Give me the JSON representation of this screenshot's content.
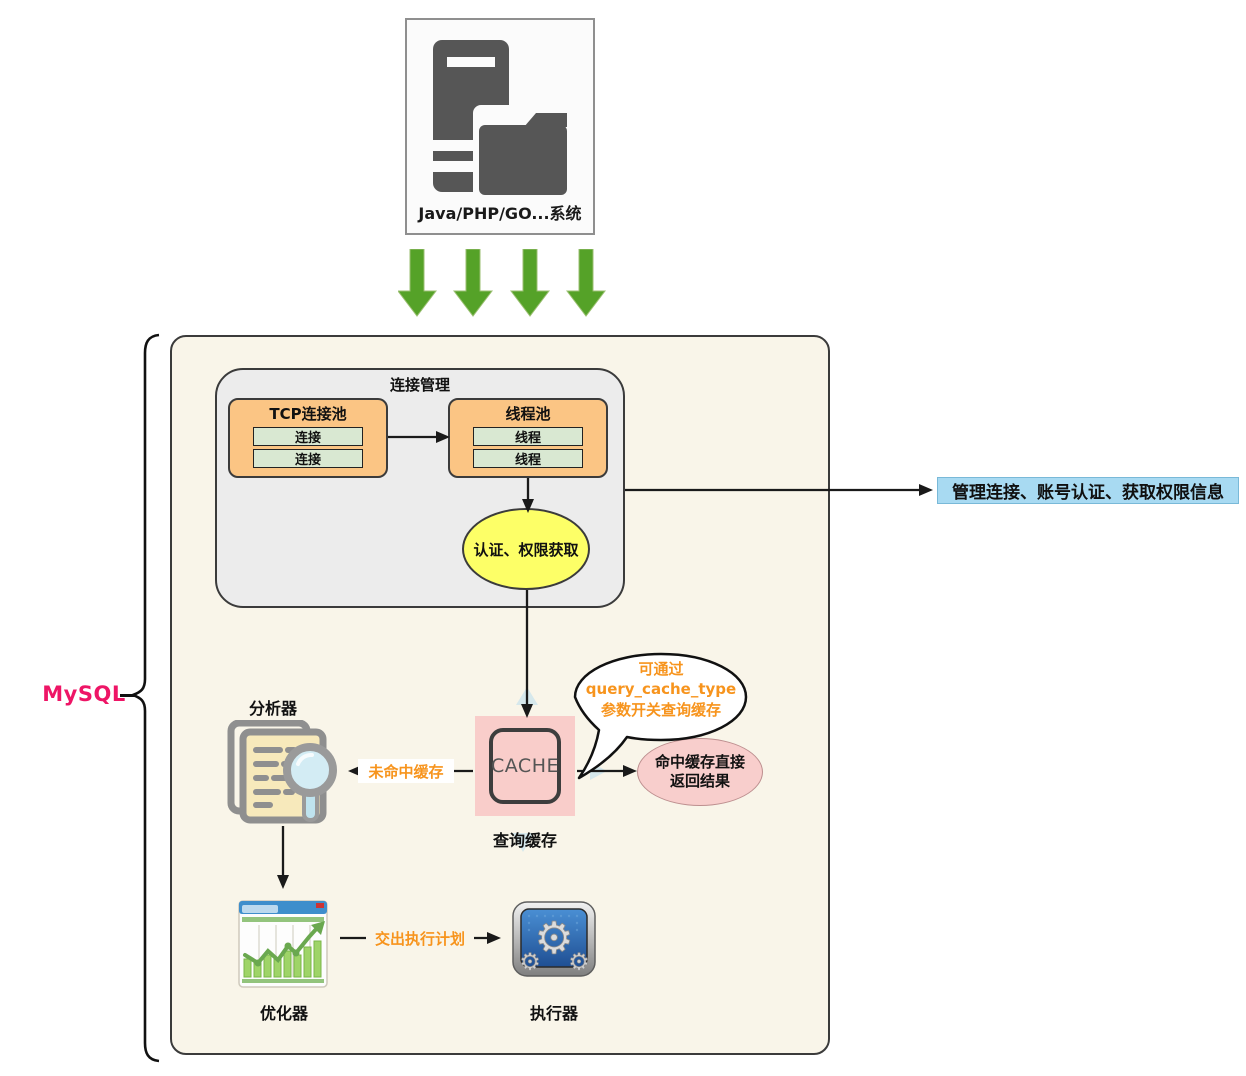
{
  "system": {
    "label": "Java/PHP/GO...系统",
    "icon": "server-folder-icon"
  },
  "mysql": {
    "label": "MySQL"
  },
  "connection_management": {
    "title": "连接管理",
    "tcp_pool": {
      "title": "TCP连接池",
      "rows": [
        "连接",
        "连接"
      ]
    },
    "thread_pool": {
      "title": "线程池",
      "rows": [
        "线程",
        "线程"
      ]
    },
    "auth_ellipse": "认证、权限获取"
  },
  "right_note": {
    "text": "管理连接、账号认证、获取权限信息"
  },
  "query_cache": {
    "cache_text": "CACHE",
    "label": "查询缓存",
    "bubble_lines": [
      "可通过",
      "query_cache_type",
      "参数开关查询缓存"
    ],
    "hit_lines": [
      "命中缓存直接",
      "返回结果"
    ],
    "miss_label": "未命中缓存"
  },
  "analyzer": {
    "label": "分析器",
    "icon": "documents-magnifier-icon"
  },
  "optimizer": {
    "label": "优化器",
    "icon": "chart-window-icon"
  },
  "executor": {
    "label": "执行器",
    "icon": "gears-icon"
  },
  "plan_arrow_label": "交出执行计划",
  "colors": {
    "mysql_accent": "#ee1566",
    "orange_text": "#f7941d",
    "green_arrow": "#55a228",
    "pool_orange": "#fbc584",
    "row_green": "#d9e8d2",
    "auth_yellow": "#fdff67",
    "cache_pink": "#f9cdca",
    "hit_pink": "#f8cecc",
    "note_blue": "#a8daf2",
    "mysql_bg": "#f9f5e9",
    "conn_gray": "#ececec"
  }
}
